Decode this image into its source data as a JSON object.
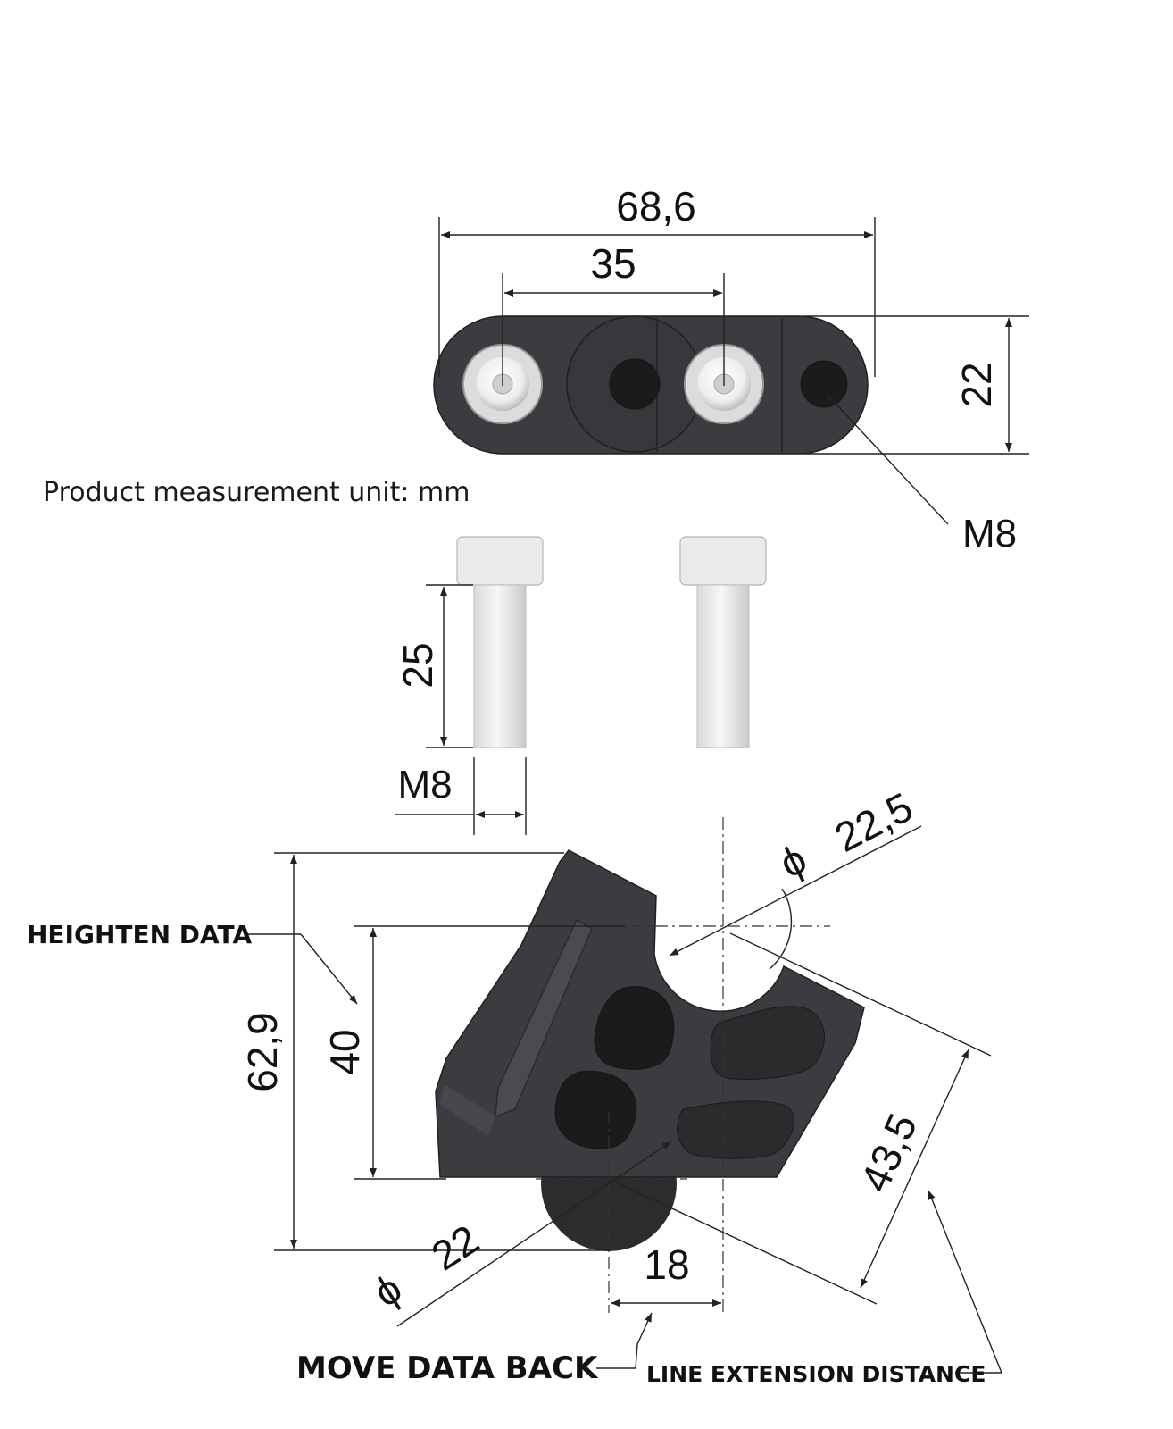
{
  "note": "Product measurement unit: mm",
  "dimensions": {
    "bar_overall_length": "68,6",
    "hole_spacing": "35",
    "bar_height": "22",
    "thread_bar": "M8",
    "bolt_length": "25",
    "bolt_thread": "M8",
    "clamp_diameter": "22,5",
    "bracket_height_total": "62,9",
    "bracket_height_inner": "40",
    "extension_distance": "43,5",
    "lower_diameter": "22",
    "offset": "18"
  },
  "phi_symbol": "ϕ",
  "callouts": {
    "heighten": "HEIGHTEN DATA",
    "move_back": "MOVE DATA BACK",
    "line_extension": "LINE EXTENSION DISTANCE"
  },
  "colors": {
    "part": "#3b3c3f",
    "bolt": "#e9eaea",
    "line": "#222222"
  }
}
